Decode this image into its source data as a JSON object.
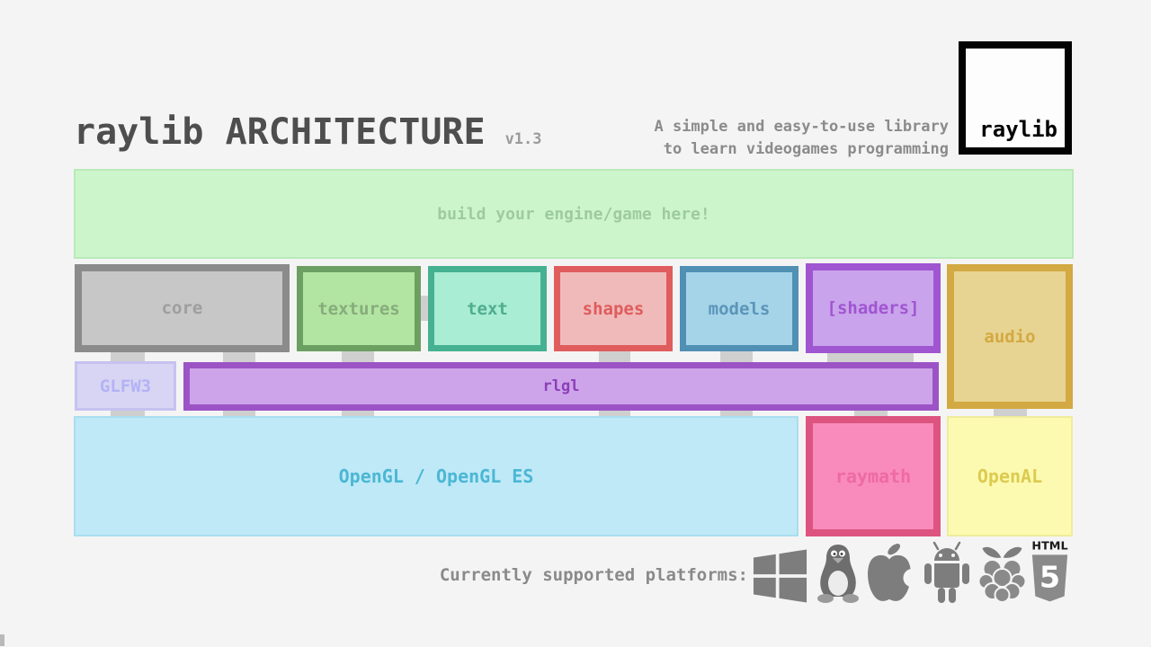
{
  "header": {
    "title": "raylib ARCHITECTURE",
    "version": "v1.3",
    "tagline": [
      "A simple and easy-to-use library",
      "to learn videogames programming"
    ],
    "logo_text": "raylib"
  },
  "boxes": {
    "banner": {
      "label": "build your engine/game here!",
      "fill": "#cdf5cc",
      "border": "#b8eab7",
      "text_color": "#9ecb9d"
    },
    "core": {
      "label": "core",
      "fill": "#c7c7c7",
      "border": "#8b8b8b",
      "text_color": "#9e9e9e"
    },
    "textures": {
      "label": "textures",
      "fill": "#b3e5a2",
      "border": "#6ba062",
      "text_color": "#87ac7c"
    },
    "text": {
      "label": "text",
      "fill": "#a9edd4",
      "border": "#45b191",
      "text_color": "#50ad8f"
    },
    "shapes": {
      "label": "shapes",
      "fill": "#f0baba",
      "border": "#e05d5d",
      "text_color": "#df5c5c"
    },
    "models": {
      "label": "models",
      "fill": "#a5d4e9",
      "border": "#5090b4",
      "text_color": "#5b95b8"
    },
    "shaders": {
      "label": "[shaders]",
      "fill": "#c9a3eb",
      "border": "#a055d1",
      "text_color": "#a055d1"
    },
    "audio": {
      "label": "audio",
      "fill": "#e8d492",
      "border": "#d2a942",
      "text_color": "#d2a942"
    },
    "glfw3": {
      "label": "GLFW3",
      "fill": "#d7d5f3",
      "border": "#c5c2f1",
      "text_color": "#b4b2f4"
    },
    "rlgl": {
      "label": "rlgl",
      "fill": "#cda4ea",
      "border": "#9c53c6",
      "text_color": "#8d3eb7"
    },
    "opengl": {
      "label": "OpenGL / OpenGL ES",
      "fill": "#bfe9f7",
      "border": "#a9def0",
      "text_color": "#4bb7d4"
    },
    "raymath": {
      "label": "raymath",
      "fill": "#f98abc",
      "border": "#dd5480",
      "text_color": "#ee6aa3"
    },
    "openal": {
      "label": "OpenAL",
      "fill": "#fbfab0",
      "border": "#efec9c",
      "text_color": "#ddca50"
    }
  },
  "platforms": {
    "label": "Currently supported platforms:",
    "icons": [
      "windows",
      "linux",
      "apple",
      "android",
      "raspberry-pi",
      "html5"
    ],
    "html5_badge": {
      "text": "HTML",
      "number": "5"
    }
  },
  "colors": {
    "background": "#f5f4f4",
    "title_text": "#4e4e4e",
    "muted_text": "#8b8b8b",
    "connector": "#cfcfcf",
    "platform_icon": "#7d7d7d",
    "logo_black": "#030303"
  }
}
